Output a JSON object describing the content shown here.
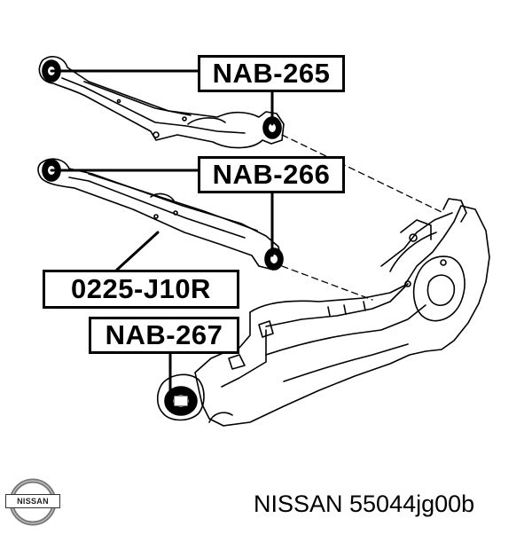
{
  "labels": {
    "nab_265": "NAB-265",
    "nab_266": "NAB-266",
    "part_0225_j10r": "0225-J10R",
    "nab_267": "NAB-267"
  },
  "caption": "NISSAN 55044jg00b",
  "logo": {
    "text": "NISSAN",
    "icon": "nissan-logo-icon"
  },
  "colors": {
    "line": "#000000",
    "background": "#ffffff"
  }
}
